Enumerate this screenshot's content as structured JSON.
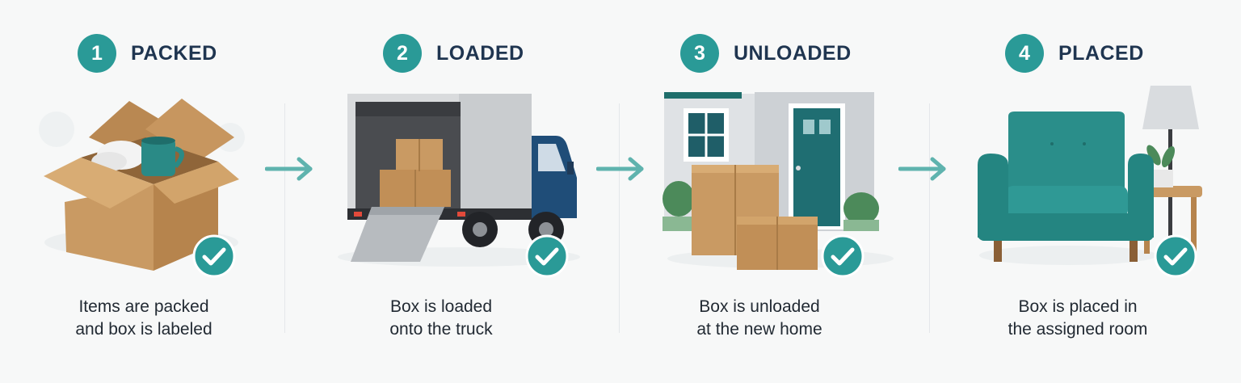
{
  "steps": [
    {
      "number": "1",
      "title": "PACKED",
      "caption_line1": "Items are packed",
      "caption_line2": "and box is labeled",
      "completed": true
    },
    {
      "number": "2",
      "title": "LOADED",
      "caption_line1": "Box is loaded",
      "caption_line2": "onto the truck",
      "completed": true
    },
    {
      "number": "3",
      "title": "UNLOADED",
      "caption_line1": "Box is unloaded",
      "caption_line2": "at the new home",
      "completed": true
    },
    {
      "number": "4",
      "title": "PLACED",
      "caption_line1": "Box is placed in",
      "caption_line2": "the assigned room",
      "completed": true
    }
  ],
  "colors": {
    "accent": "#2a9a97",
    "title": "#1f3550",
    "box": "#c99a63",
    "truck_cab": "#1f4d78",
    "armchair": "#2a8e8a"
  },
  "icons": [
    "open-box-icon",
    "moving-truck-icon",
    "house-with-boxes-icon",
    "armchair-icon",
    "check-icon",
    "arrow-right-icon"
  ]
}
